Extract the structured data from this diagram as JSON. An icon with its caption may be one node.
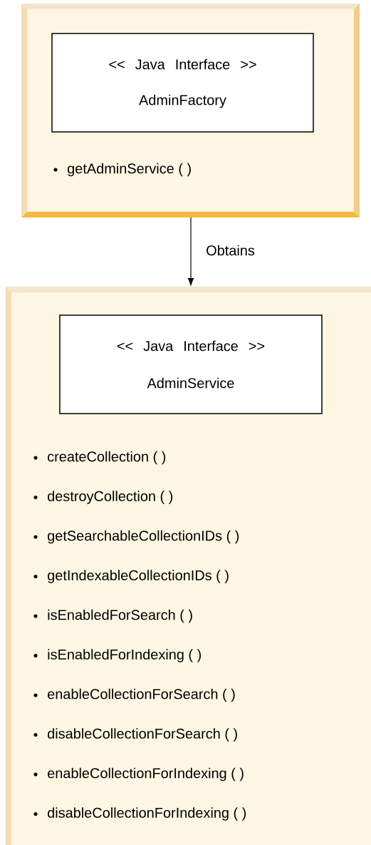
{
  "diagram": {
    "nodes": [
      {
        "text": [
          "getAdminService ( )"
        ]
      },
      {
        "text": [
          "<< Java Interface >>",
          "AdminFactory"
        ],
        "in": 0
      },
      {
        "text": [
          "createCollection ( )",
          "destroyCollection ( )",
          "getSearchableCollectionIDs ( )",
          "getIndexableCollectionIDs ( )",
          "isEnabledForSearch ( )",
          "isEnabledForIndexing ( )",
          "enableCollectionForSearch ( )",
          "disableCollectionForSearch ( )",
          "enableCollectionForIndexing ( )",
          "disableCollectionForIndexing ( )"
        ]
      },
      {
        "text": [
          "<< Java Interface >>",
          "AdminService"
        ],
        "in": 2
      }
    ],
    "edges": [
      {
        "from": 0,
        "to": 2,
        "arrow": "to",
        "label": "Obtains"
      }
    ]
  }
}
